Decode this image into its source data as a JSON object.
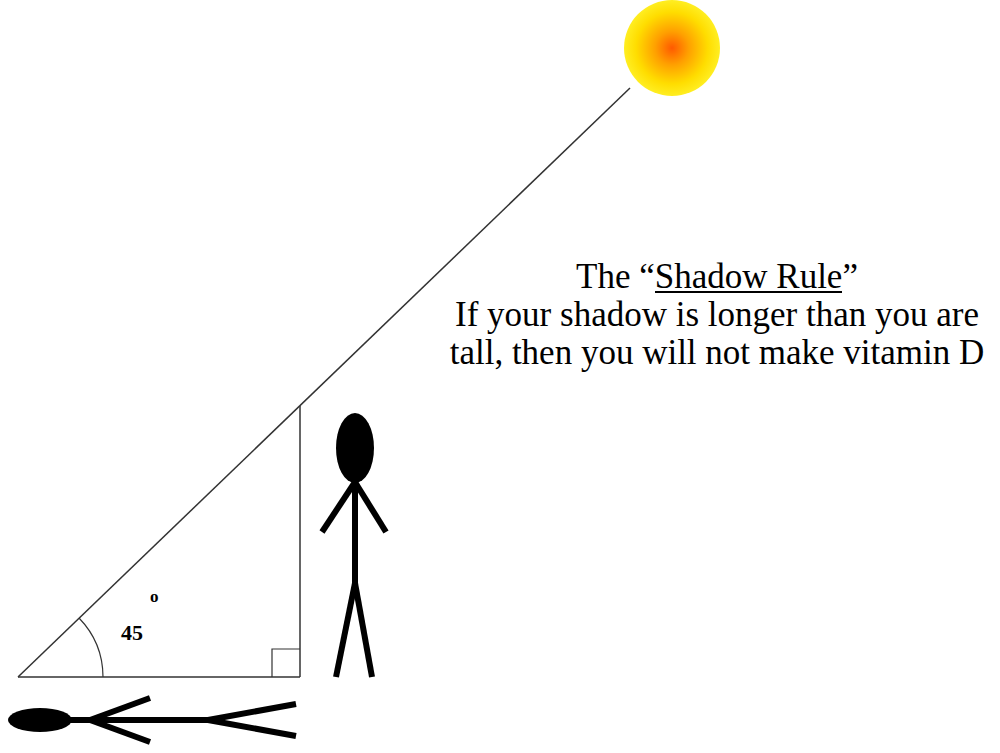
{
  "diagram": {
    "title": "The “Shadow Rule”",
    "labels": [
      "45",
      "o",
      "If your shadow is longer than you are tall, then you will not make vitamin D"
    ]
  }
}
